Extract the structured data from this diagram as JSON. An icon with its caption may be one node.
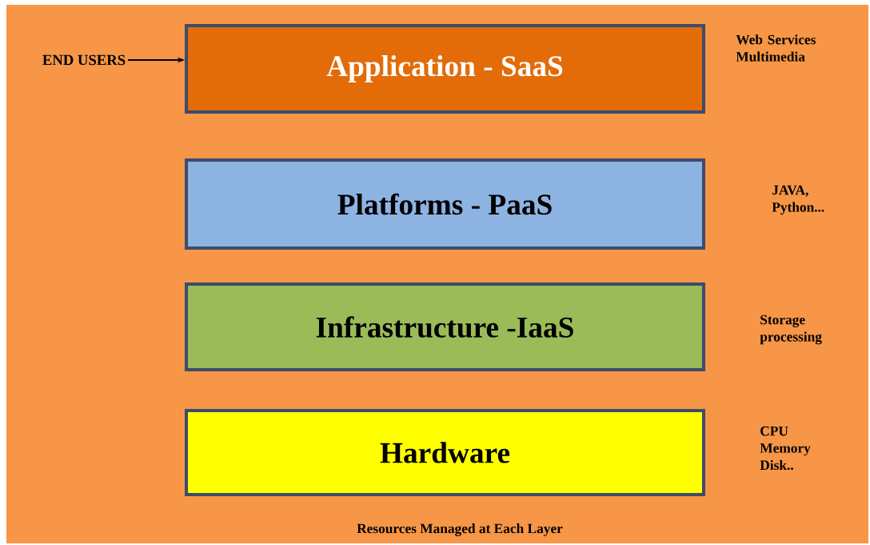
{
  "diagram": {
    "caption": "Resources Managed at Each Layer",
    "nodes": [
      {
        "text": [
          "Application - SaaS"
        ]
      },
      {
        "text": [
          "Platforms - PaaS"
        ]
      },
      {
        "text": [
          "Infrastructure -IaaS"
        ]
      },
      {
        "text": [
          "Hardware"
        ]
      },
      {
        "text": [
          "END USERS"
        ]
      }
    ],
    "edges": [
      {
        "from": 4,
        "to": 0,
        "arrow": "to"
      }
    ],
    "labels": [
      "Web Services Multimedia",
      "JAVA, Python...",
      "Storage processing",
      "CPU Memory Disk.."
    ]
  }
}
